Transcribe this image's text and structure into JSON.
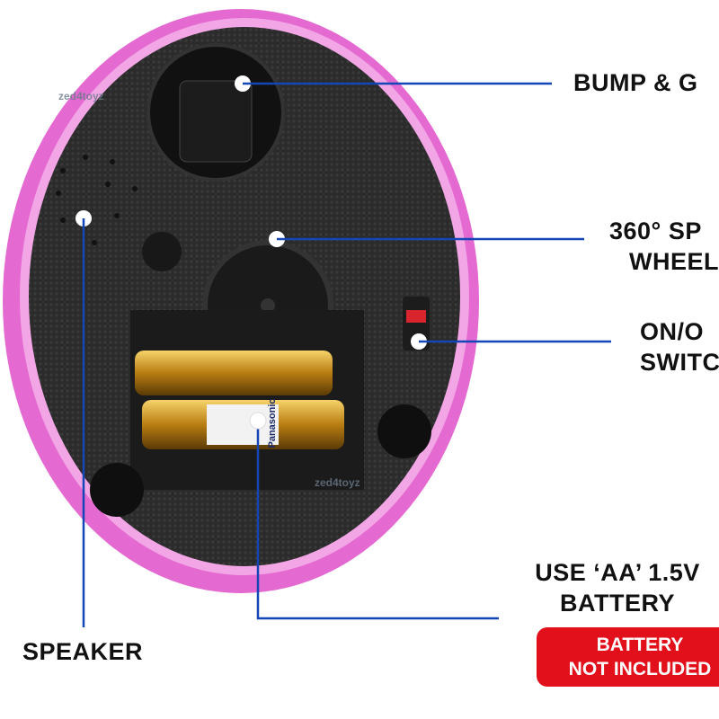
{
  "labels": {
    "bump": "BUMP & G",
    "wheel_line1": "360° SP",
    "wheel_line2": "WHEEL",
    "switch_line1": "ON/O",
    "switch_line2": "SWITC",
    "battery_line1": "USE ‘AA’ 1.5V",
    "battery_line2": "BATTERY",
    "speaker": "SPEAKER"
  },
  "badge": {
    "line1": "BATTERY",
    "line2": "NOT INCLUDED"
  },
  "watermark": "zed4toyz",
  "battery_brand": "Panasonic",
  "colors": {
    "pointer": "#1446b8",
    "badge": "#e2101b",
    "rim": "#e46ad2",
    "body": "#2a2a2a"
  }
}
